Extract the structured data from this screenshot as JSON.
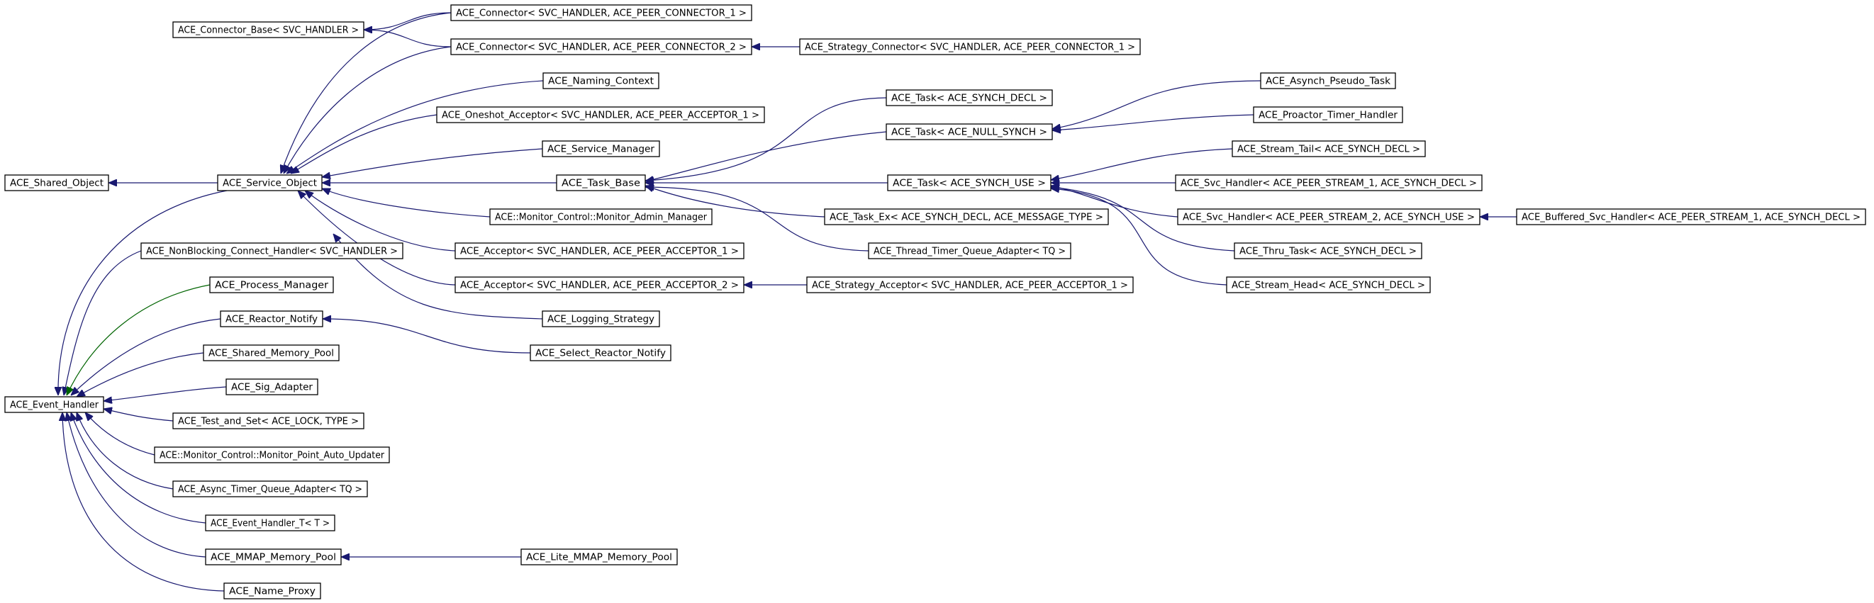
{
  "colors": {
    "edge": "#191970",
    "protected_edge": "#006400",
    "node_border": "#000000",
    "background": "#ffffff"
  },
  "nodes": [
    {
      "id": "shared_object",
      "label": "ACE_Shared_Object"
    },
    {
      "id": "service_object",
      "label": "ACE_Service_Object"
    },
    {
      "id": "event_handler",
      "label": "ACE_Event_Handler"
    },
    {
      "id": "connector_base",
      "label": "ACE_Connector_Base< SVC_HANDLER >"
    },
    {
      "id": "connector1",
      "label": "ACE_Connector< SVC_HANDLER, ACE_PEER_CONNECTOR_1 >"
    },
    {
      "id": "connector2",
      "label": "ACE_Connector< SVC_HANDLER, ACE_PEER_CONNECTOR_2 >"
    },
    {
      "id": "strategy_connector",
      "label": "ACE_Strategy_Connector< SVC_HANDLER, ACE_PEER_CONNECTOR_1 >"
    },
    {
      "id": "naming_context",
      "label": "ACE_Naming_Context"
    },
    {
      "id": "oneshot_acceptor",
      "label": "ACE_Oneshot_Acceptor< SVC_HANDLER, ACE_PEER_ACCEPTOR_1 >"
    },
    {
      "id": "service_manager",
      "label": "ACE_Service_Manager"
    },
    {
      "id": "task_base",
      "label": "ACE_Task_Base"
    },
    {
      "id": "monitor_admin",
      "label": "ACE::Monitor_Control::Monitor_Admin_Manager"
    },
    {
      "id": "acceptor1",
      "label": "ACE_Acceptor< SVC_HANDLER, ACE_PEER_ACCEPTOR_1 >"
    },
    {
      "id": "acceptor2",
      "label": "ACE_Acceptor< SVC_HANDLER, ACE_PEER_ACCEPTOR_2 >"
    },
    {
      "id": "strategy_acceptor",
      "label": "ACE_Strategy_Acceptor< SVC_HANDLER, ACE_PEER_ACCEPTOR_1 >"
    },
    {
      "id": "logging_strategy",
      "label": "ACE_Logging_Strategy"
    },
    {
      "id": "task_synch_decl",
      "label": "ACE_Task< ACE_SYNCH_DECL >"
    },
    {
      "id": "task_null_synch",
      "label": "ACE_Task< ACE_NULL_SYNCH >"
    },
    {
      "id": "task_synch_use",
      "label": "ACE_Task< ACE_SYNCH_USE >"
    },
    {
      "id": "task_ex",
      "label": "ACE_Task_Ex< ACE_SYNCH_DECL, ACE_MESSAGE_TYPE >"
    },
    {
      "id": "thread_timer_queue",
      "label": "ACE_Thread_Timer_Queue_Adapter< TQ >"
    },
    {
      "id": "asynch_pseudo_task",
      "label": "ACE_Asynch_Pseudo_Task"
    },
    {
      "id": "proactor_timer_handler",
      "label": "ACE_Proactor_Timer_Handler"
    },
    {
      "id": "stream_tail",
      "label": "ACE_Stream_Tail< ACE_SYNCH_DECL >"
    },
    {
      "id": "svc_handler1",
      "label": "ACE_Svc_Handler< ACE_PEER_STREAM_1, ACE_SYNCH_DECL >"
    },
    {
      "id": "svc_handler2",
      "label": "ACE_Svc_Handler< ACE_PEER_STREAM_2, ACE_SYNCH_USE >"
    },
    {
      "id": "buffered_svc_handler",
      "label": "ACE_Buffered_Svc_Handler< ACE_PEER_STREAM_1, ACE_SYNCH_DECL >"
    },
    {
      "id": "thru_task",
      "label": "ACE_Thru_Task< ACE_SYNCH_DECL >"
    },
    {
      "id": "stream_head",
      "label": "ACE_Stream_Head< ACE_SYNCH_DECL >"
    },
    {
      "id": "nonblocking_connect",
      "label": "ACE_NonBlocking_Connect_Handler< SVC_HANDLER >"
    },
    {
      "id": "process_manager",
      "label": "ACE_Process_Manager"
    },
    {
      "id": "reactor_notify",
      "label": "ACE_Reactor_Notify"
    },
    {
      "id": "select_reactor_notify",
      "label": "ACE_Select_Reactor_Notify"
    },
    {
      "id": "shared_memory_pool",
      "label": "ACE_Shared_Memory_Pool"
    },
    {
      "id": "sig_adapter",
      "label": "ACE_Sig_Adapter"
    },
    {
      "id": "test_and_set",
      "label": "ACE_Test_and_Set< ACE_LOCK, TYPE >"
    },
    {
      "id": "monitor_point",
      "label": "ACE::Monitor_Control::Monitor_Point_Auto_Updater"
    },
    {
      "id": "async_timer_queue",
      "label": "ACE_Async_Timer_Queue_Adapter< TQ >"
    },
    {
      "id": "event_handler_t",
      "label": "ACE_Event_Handler_T< T >"
    },
    {
      "id": "mmap_memory_pool",
      "label": "ACE_MMAP_Memory_Pool"
    },
    {
      "id": "lite_mmap_memory_pool",
      "label": "ACE_Lite_MMAP_Memory_Pool"
    },
    {
      "id": "name_proxy",
      "label": "ACE_Name_Proxy"
    }
  ],
  "edges": [
    {
      "from": "service_object",
      "to": "shared_object"
    },
    {
      "from": "service_object",
      "to": "event_handler"
    },
    {
      "from": "connector1",
      "to": "connector_base"
    },
    {
      "from": "connector1",
      "to": "service_object"
    },
    {
      "from": "connector2",
      "to": "connector_base"
    },
    {
      "from": "connector2",
      "to": "service_object"
    },
    {
      "from": "strategy_connector",
      "to": "connector2"
    },
    {
      "from": "naming_context",
      "to": "service_object"
    },
    {
      "from": "oneshot_acceptor",
      "to": "service_object"
    },
    {
      "from": "service_manager",
      "to": "service_object"
    },
    {
      "from": "task_base",
      "to": "service_object"
    },
    {
      "from": "monitor_admin",
      "to": "service_object"
    },
    {
      "from": "acceptor1",
      "to": "service_object"
    },
    {
      "from": "acceptor2",
      "to": "service_object"
    },
    {
      "from": "strategy_acceptor",
      "to": "acceptor2"
    },
    {
      "from": "logging_strategy",
      "to": "service_object"
    },
    {
      "from": "task_synch_decl",
      "to": "task_base"
    },
    {
      "from": "task_null_synch",
      "to": "task_base"
    },
    {
      "from": "task_synch_use",
      "to": "task_base"
    },
    {
      "from": "task_ex",
      "to": "task_base"
    },
    {
      "from": "thread_timer_queue",
      "to": "task_base"
    },
    {
      "from": "asynch_pseudo_task",
      "to": "task_null_synch"
    },
    {
      "from": "proactor_timer_handler",
      "to": "task_null_synch"
    },
    {
      "from": "stream_tail",
      "to": "task_synch_use"
    },
    {
      "from": "svc_handler1",
      "to": "task_synch_use"
    },
    {
      "from": "svc_handler2",
      "to": "task_synch_use"
    },
    {
      "from": "thru_task",
      "to": "task_synch_use"
    },
    {
      "from": "stream_head",
      "to": "task_synch_use"
    },
    {
      "from": "buffered_svc_handler",
      "to": "svc_handler2"
    },
    {
      "from": "nonblocking_connect",
      "to": "event_handler"
    },
    {
      "from": "process_manager",
      "to": "event_handler",
      "style": "protected"
    },
    {
      "from": "reactor_notify",
      "to": "event_handler"
    },
    {
      "from": "select_reactor_notify",
      "to": "reactor_notify"
    },
    {
      "from": "shared_memory_pool",
      "to": "event_handler"
    },
    {
      "from": "sig_adapter",
      "to": "event_handler"
    },
    {
      "from": "test_and_set",
      "to": "event_handler"
    },
    {
      "from": "monitor_point",
      "to": "event_handler"
    },
    {
      "from": "async_timer_queue",
      "to": "event_handler"
    },
    {
      "from": "event_handler_t",
      "to": "event_handler"
    },
    {
      "from": "mmap_memory_pool",
      "to": "event_handler"
    },
    {
      "from": "lite_mmap_memory_pool",
      "to": "mmap_memory_pool"
    },
    {
      "from": "name_proxy",
      "to": "event_handler"
    }
  ]
}
